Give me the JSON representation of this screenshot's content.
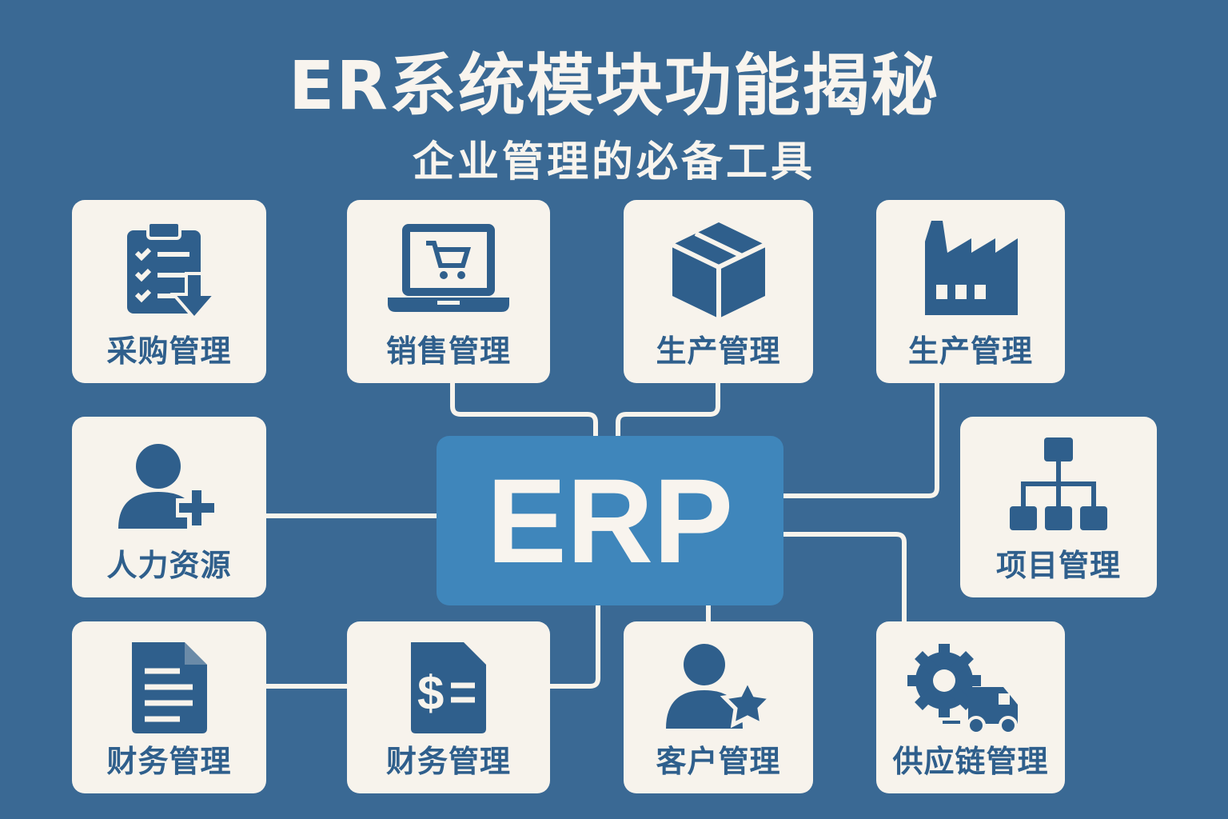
{
  "header": {
    "title": "ER系统模块功能揭秘",
    "subtitle": "企业管理的必备工具"
  },
  "center": {
    "label": "ERP"
  },
  "modules": [
    {
      "label": "采购管理",
      "icon": "clipboard-download-icon"
    },
    {
      "label": "销售管理",
      "icon": "laptop-cart-icon"
    },
    {
      "label": "生产管理",
      "icon": "box-icon"
    },
    {
      "label": "生产管理",
      "icon": "factory-icon"
    },
    {
      "label": "人力资源",
      "icon": "user-add-icon"
    },
    {
      "label": "项目管理",
      "icon": "org-chart-icon"
    },
    {
      "label": "财务管理",
      "icon": "document-icon"
    },
    {
      "label": "财务管理",
      "icon": "invoice-dollar-icon"
    },
    {
      "label": "客户管理",
      "icon": "user-star-icon"
    },
    {
      "label": "供应链管理",
      "icon": "gear-truck-icon"
    }
  ],
  "colors": {
    "background": "#3a6994",
    "card": "#f7f3ec",
    "icon": "#2f5f8c",
    "center": "#3f86bb"
  }
}
